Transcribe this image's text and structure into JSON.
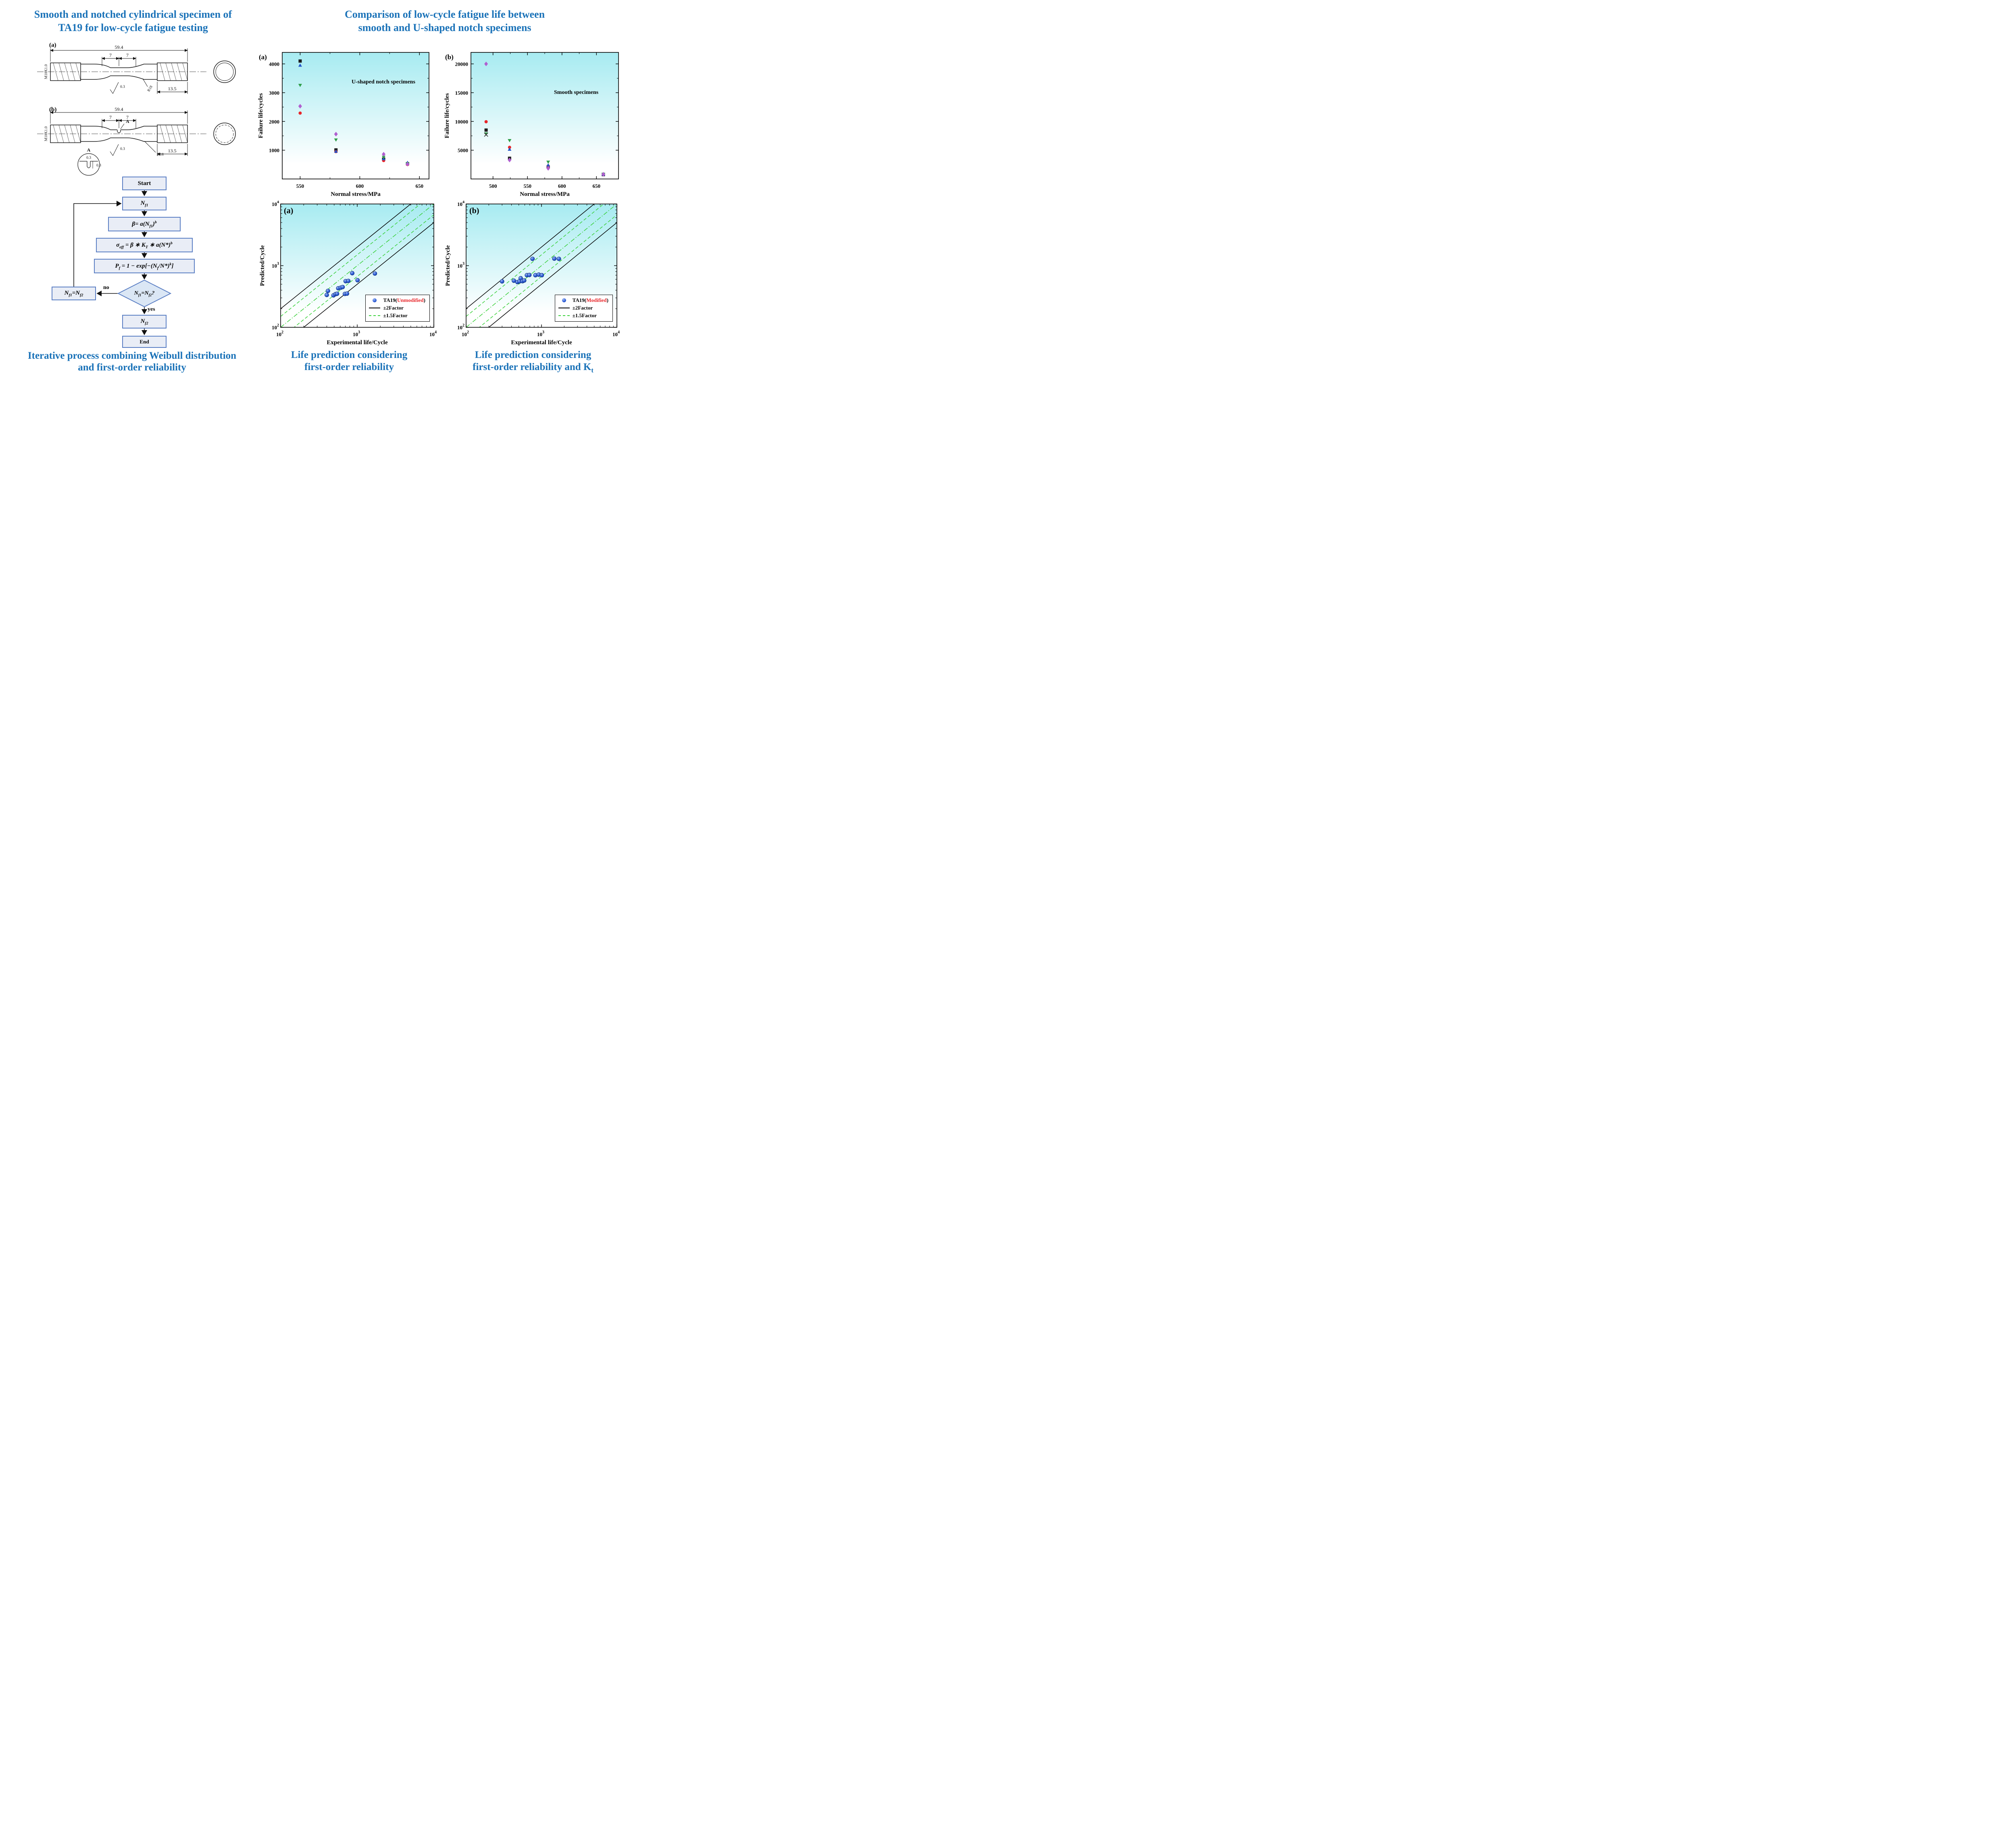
{
  "palette": {
    "title_blue": "#1a72b8",
    "plot_gradient_top": "#a7ebf1",
    "plot_gradient_bottom": "#ffffff",
    "flow_box_fill": "#e9edf6",
    "flow_box_border": "#5b7fc4",
    "point_blue": "#2457d6",
    "factor_green": "#38d038",
    "legend_red": "#e8262a"
  },
  "left_column": {
    "title": {
      "line1": "Smooth and notched cylindrical specimen of",
      "line2": "TA19 for low-cycle fatigue testing"
    },
    "specimen_diagram": {
      "panel_a_label": "(a)",
      "panel_b_label": "(b)",
      "dim_total_length": "59.4",
      "dim_gauge_left": "7",
      "dim_gauge_right": "7",
      "dim_grip_length": "13.5",
      "thread_spec": "M10X1.0",
      "surface_roughness": "0.3",
      "fillet_radius": "R18",
      "detail_label": "A",
      "notch_dim_width": "0.3",
      "notch_dim_depth": "0.3"
    },
    "flowchart": {
      "start": "Start",
      "step1": "N_{f1}",
      "step2": "β= a(N_{f1})^{b}",
      "step3": "σ_{eff} = β ∗ K_{T} ∗ a(N*)^{b}",
      "step4": "P_{f} = 1 − exp[−(N_{f}/N*)^{k}]",
      "decision": "N_{f1}=N_{f2}?",
      "no_label": "no",
      "yes_label": "yes",
      "loop_box": "N_{f1}=N_{f2}",
      "step5": "N_{f2}",
      "end": "End"
    },
    "bottom_title": {
      "line1": "Iterative process combining Weibull distribution",
      "line2": "and first-order reliability"
    }
  },
  "right_column": {
    "title": {
      "line1": "Comparison of low-cycle fatigue life between",
      "line2": "smooth and U-shaped notch specimens"
    },
    "caption_a": {
      "line1": "Life prediction considering",
      "line2": "first-order reliability"
    },
    "caption_b": {
      "line1": "Life prediction considering",
      "line2": "first-order reliability and K_{t}"
    }
  },
  "chart_data": [
    {
      "id": "notch",
      "type": "scatter",
      "panel_label": "(a)",
      "annotation": "U-shaped notch specimens",
      "xlabel": "Normal stress/MPa",
      "ylabel": "Failure life/cycles",
      "xlim": [
        535,
        658
      ],
      "ylim": [
        0,
        4400
      ],
      "xticks": [
        550,
        600,
        650
      ],
      "yticks": [
        1000,
        2000,
        3000,
        4000
      ],
      "series": [
        {
          "name": "set1",
          "marker": "square",
          "color": "#1a1a1a",
          "points": [
            [
              550,
              4100
            ],
            [
              580,
              1010
            ],
            [
              620,
              690
            ],
            [
              640,
              530
            ]
          ]
        },
        {
          "name": "set2",
          "marker": "circle",
          "color": "#e8262a",
          "points": [
            [
              550,
              2290
            ],
            [
              580,
              950
            ],
            [
              620,
              640
            ],
            [
              640,
              505
            ]
          ]
        },
        {
          "name": "set3",
          "marker": "triangle-up",
          "color": "#2255c8",
          "points": [
            [
              550,
              3950
            ],
            [
              580,
              960
            ],
            [
              620,
              700
            ],
            [
              640,
              570
            ]
          ]
        },
        {
          "name": "set4",
          "marker": "triangle-down",
          "color": "#2f9e49",
          "points": [
            [
              550,
              3260
            ],
            [
              580,
              1360
            ],
            [
              620,
              760
            ],
            [
              640,
              540
            ]
          ]
        },
        {
          "name": "set5",
          "marker": "diamond",
          "color": "#b05fd0",
          "points": [
            [
              550,
              2530
            ],
            [
              580,
              1560
            ],
            [
              620,
              860
            ],
            [
              640,
              515
            ]
          ]
        }
      ]
    },
    {
      "id": "smooth",
      "type": "scatter",
      "panel_label": "(b)",
      "annotation": "Smooth specimens",
      "xlabel": "Normal stress/MPa",
      "ylabel": "Failure life/cycles",
      "xlim": [
        468,
        682
      ],
      "ylim": [
        0,
        22000
      ],
      "xticks": [
        500,
        550,
        600,
        650
      ],
      "yticks": [
        5000,
        10000,
        15000,
        20000
      ],
      "series": [
        {
          "name": "set1",
          "marker": "square",
          "color": "#1a1a1a",
          "points": [
            [
              490,
              8500
            ],
            [
              524,
              3600
            ],
            [
              580,
              2100
            ],
            [
              660,
              760
            ]
          ]
        },
        {
          "name": "set2",
          "marker": "circle",
          "color": "#e8262a",
          "points": [
            [
              490,
              9950
            ],
            [
              524,
              5500
            ],
            [
              580,
              2250
            ],
            [
              660,
              780
            ]
          ]
        },
        {
          "name": "set3",
          "marker": "triangle-up",
          "color": "#2255c8",
          "points": [
            [
              524,
              5150
            ],
            [
              580,
              2400
            ],
            [
              660,
              800
            ]
          ]
        },
        {
          "name": "set4",
          "marker": "triangle-down",
          "color": "#2f9e49",
          "points": [
            [
              490,
              7850
            ],
            [
              524,
              6700
            ],
            [
              580,
              2950
            ],
            [
              660,
              840
            ]
          ]
        },
        {
          "name": "set5",
          "marker": "diamond",
          "color": "#b05fd0",
          "points": [
            [
              490,
              20000
            ],
            [
              524,
              3300
            ],
            [
              580,
              1850
            ],
            [
              660,
              820
            ]
          ]
        },
        {
          "name": "set6",
          "marker": "x",
          "color": "#333333",
          "points": [
            [
              490,
              7700
            ]
          ]
        }
      ]
    },
    {
      "id": "unmod",
      "type": "scatter-log",
      "panel_label": "(a)",
      "xlabel": "Experimental life/Cycle",
      "ylabel": "Predicted/Cycle",
      "xlim": [
        100,
        10000
      ],
      "ylim": [
        100,
        10000
      ],
      "xticks": [
        100,
        1000,
        10000
      ],
      "yticks": [
        100,
        1000,
        10000
      ],
      "ref_lines": [
        {
          "factor": 2,
          "style": "solid",
          "color": "#000000"
        },
        {
          "factor": 0.5,
          "style": "solid",
          "color": "#000000"
        },
        {
          "factor": 1.5,
          "style": "dashed",
          "color": "#38d038"
        },
        {
          "factor": 0.667,
          "style": "dashed",
          "color": "#38d038"
        },
        {
          "factor": 1,
          "style": "dashdot",
          "color": "#38d038"
        }
      ],
      "points": [
        [
          400,
          335
        ],
        [
          415,
          390
        ],
        [
          490,
          330
        ],
        [
          520,
          345
        ],
        [
          545,
          350
        ],
        [
          565,
          430
        ],
        [
          610,
          440
        ],
        [
          645,
          450
        ],
        [
          690,
          348
        ],
        [
          735,
          352
        ],
        [
          705,
          560
        ],
        [
          765,
          565
        ],
        [
          860,
          755
        ],
        [
          1010,
          580
        ],
        [
          1700,
          745
        ]
      ],
      "legend": {
        "prefix": "TA19(",
        "colored": "Unmodified",
        "suffix": ")",
        "factor2": "±2Factor",
        "factor15": "±1.5Factor"
      }
    },
    {
      "id": "mod",
      "type": "scatter-log",
      "panel_label": "(b)",
      "xlabel": "Experimental life/Cycle",
      "ylabel": "Predicted/Cycle",
      "xlim": [
        100,
        10000
      ],
      "ylim": [
        100,
        10000
      ],
      "xticks": [
        100,
        1000,
        10000
      ],
      "yticks": [
        100,
        1000,
        10000
      ],
      "ref_lines": [
        {
          "factor": 2,
          "style": "solid",
          "color": "#000000"
        },
        {
          "factor": 0.5,
          "style": "solid",
          "color": "#000000"
        },
        {
          "factor": 1.5,
          "style": "dashed",
          "color": "#38d038"
        },
        {
          "factor": 0.667,
          "style": "dashed",
          "color": "#38d038"
        },
        {
          "factor": 1,
          "style": "dashdot",
          "color": "#38d038"
        }
      ],
      "points": [
        [
          300,
          555
        ],
        [
          430,
          570
        ],
        [
          480,
          540
        ],
        [
          510,
          555
        ],
        [
          530,
          625
        ],
        [
          560,
          560
        ],
        [
          590,
          575
        ],
        [
          640,
          700
        ],
        [
          690,
          705
        ],
        [
          760,
          1290
        ],
        [
          830,
          700
        ],
        [
          920,
          715
        ],
        [
          1010,
          700
        ],
        [
          1480,
          1300
        ],
        [
          1700,
          1290
        ]
      ],
      "legend": {
        "prefix": "TA19(",
        "colored": "Modified",
        "suffix": ")",
        "factor2": "±2Factor",
        "factor15": "±1.5Factor"
      }
    }
  ]
}
